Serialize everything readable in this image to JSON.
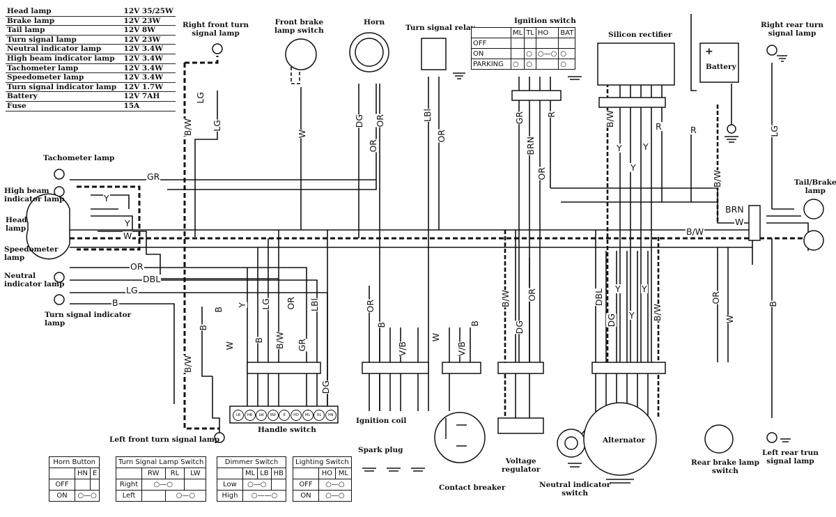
{
  "spec_table": [
    {
      "item": "Head lamp",
      "value": "12V  35/25W"
    },
    {
      "item": "Brake lamp",
      "value": "12V  23W"
    },
    {
      "item": "Tail lamp",
      "value": "12V  8W"
    },
    {
      "item": "Turn signal lamp",
      "value": "12V  23W"
    },
    {
      "item": "Neutral indicator lamp",
      "value": "12V  3.4W"
    },
    {
      "item": "High beam indicator lamp",
      "value": "12V  3.4W"
    },
    {
      "item": "Tachometer lamp",
      "value": "12V  3.4W"
    },
    {
      "item": "Speedometer lamp",
      "value": "12V  3.4W"
    },
    {
      "item": "Turn signal indicator lamp",
      "value": "12V  1.7W"
    },
    {
      "item": "Battery",
      "value": "12V  7AH"
    },
    {
      "item": "Fuse",
      "value": "15A"
    }
  ],
  "components": {
    "right_front_turn": "Right front turn\nsignal lamp",
    "front_brake_switch": "Front brake\nlamp switch",
    "horn": "Horn",
    "turn_signal_relay": "Turn signal relay",
    "ignition_switch": "Ignition switch",
    "silicon_rectifier": "Silicon rectifier",
    "battery": "Battery",
    "right_rear_turn": "Right rear turn\nsignal lamp",
    "tachometer_lamp": "Tachometer lamp",
    "high_beam_lamp": "High beam\nindicator lamp",
    "head_lamp": "Head\nlamp",
    "speedometer_lamp": "Speedometer\nlamp",
    "neutral_lamp": "Neutral\nindicator lamp",
    "turn_indicator_lamp": "Turn signal indicator\nlamp",
    "tail_brake_lamp": "Tail/Brake\nlamp",
    "left_front_turn": "Left front turn signal lamp",
    "handle_switch": "Handle switch",
    "ignition_coil": "Ignition coil",
    "spark_plug": "Spark plug",
    "contact_breaker": "Contact breaker",
    "voltage_regulator": "Voltage\nregulator",
    "neutral_switch": "Neutral indicator\nswitch",
    "alternator": "Alternator",
    "rear_brake_switch": "Rear brake lamp\nswitch",
    "left_rear_turn": "Left rear trun\nsignal lamp"
  },
  "ignition_table": {
    "headers": [
      "",
      "ML",
      "TL",
      "HO",
      "BAT"
    ],
    "rows": [
      "OFF",
      "ON",
      "PARKING"
    ]
  },
  "wires": {
    "bw": "B/W",
    "lg": "LG",
    "w": "W",
    "dg": "DG",
    "or": "OR",
    "lbl": "LBl",
    "gr": "GR",
    "r": "R",
    "brn": "BRN",
    "y": "Y",
    "b": "B",
    "dbl": "DBL",
    "vb": "V/B"
  },
  "battery_sign": "+",
  "switch_tables": {
    "horn": {
      "title": "Horn Button",
      "cols": [
        "HN",
        "E"
      ],
      "rows": [
        "OFF",
        "ON"
      ]
    },
    "turn": {
      "title": "Turn Signal Lamp Switch",
      "cols": [
        "RW",
        "RL",
        "LW"
      ],
      "rows": [
        "Right",
        "Left"
      ]
    },
    "dimmer": {
      "title": "Dimmer Switch",
      "cols": [
        "ML",
        "LB",
        "HB"
      ],
      "rows": [
        "Low",
        "High"
      ]
    },
    "lighting": {
      "title": "Lighting Switch",
      "cols": [
        "HO",
        "ML"
      ],
      "rows": [
        "OFF",
        "ON"
      ]
    }
  },
  "handle_pins": [
    "LB",
    "HB",
    "LW",
    "RW",
    "E",
    "HO",
    "ML",
    "RL",
    "HN"
  ]
}
